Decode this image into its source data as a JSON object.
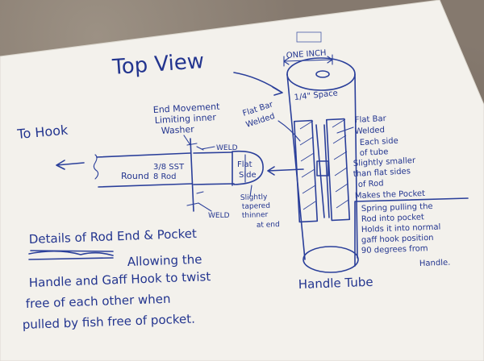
{
  "title": "Top View",
  "scale": {
    "label": "ONE INCH"
  },
  "rod_end": {
    "to_hook": "To Hook",
    "end_movement_1": "End Movement",
    "end_movement_2": "Limiting inner",
    "end_movement_3": "Washer",
    "weld_top": "WELD",
    "rod_1": "3/8 SST",
    "rod_2": "Round",
    "rod_3": "8 Rod",
    "flat_side_1": "Flat",
    "flat_side_2": "Side",
    "tapered_1": "Slightly",
    "tapered_2": "tapered",
    "tapered_3": "thinner",
    "tapered_4": "at end",
    "weld_bottom": "WELD"
  },
  "tube": {
    "space": "1/4\" Space",
    "flat_bar_left_1": "Flat Bar",
    "flat_bar_left_2": "Welded",
    "flat_bar_right_1": "Flat Bar",
    "flat_bar_right_2": "Welded",
    "each_side_1": "Each side",
    "each_side_2": "of tube",
    "smaller_1": "Slightly smaller",
    "smaller_2": "than flat sides",
    "smaller_3": "of Rod",
    "pocket": "Makes the Pocket",
    "spring_1": "Spring pulling the",
    "spring_2": "Rod into pocket",
    "spring_3": "Holds it into normal",
    "spring_4": "gaff hook position",
    "spring_5": "90 degrees from",
    "spring_6": "Handle.",
    "handle_tube": "Handle Tube"
  },
  "details": {
    "line_1": "Details of Rod End & Pocket",
    "line_2": "Allowing the",
    "line_3": "Handle and Gaff Hook to twist",
    "line_4": "free of each other when",
    "line_5": "pulled by fish free of pocket."
  }
}
